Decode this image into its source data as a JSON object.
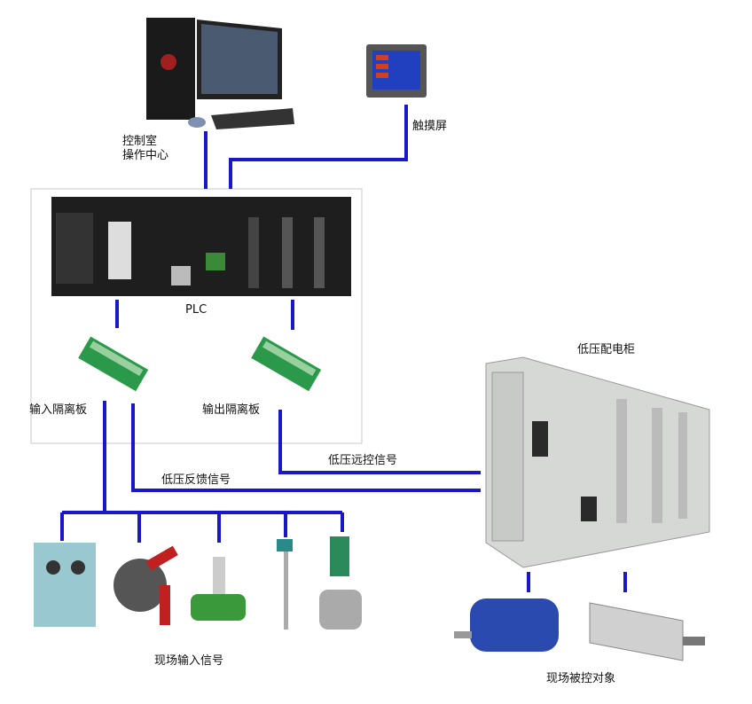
{
  "labels": {
    "control_room_line1": "控制室",
    "control_room_line2": "操作中心",
    "touch_screen": "触摸屏",
    "plc": "PLC",
    "input_isolation_board": "输入隔离板",
    "output_isolation_board": "输出隔离板",
    "low_voltage_cabinet": "低压配电柜",
    "low_voltage_remote_signal": "低压远控信号",
    "low_voltage_feedback_signal": "低压反馈信号",
    "field_input_signal": "现场输入信号",
    "field_controlled_object": "现场被控对象"
  },
  "colors": {
    "line": "#1818c8",
    "frame": "#c8c8c8"
  }
}
